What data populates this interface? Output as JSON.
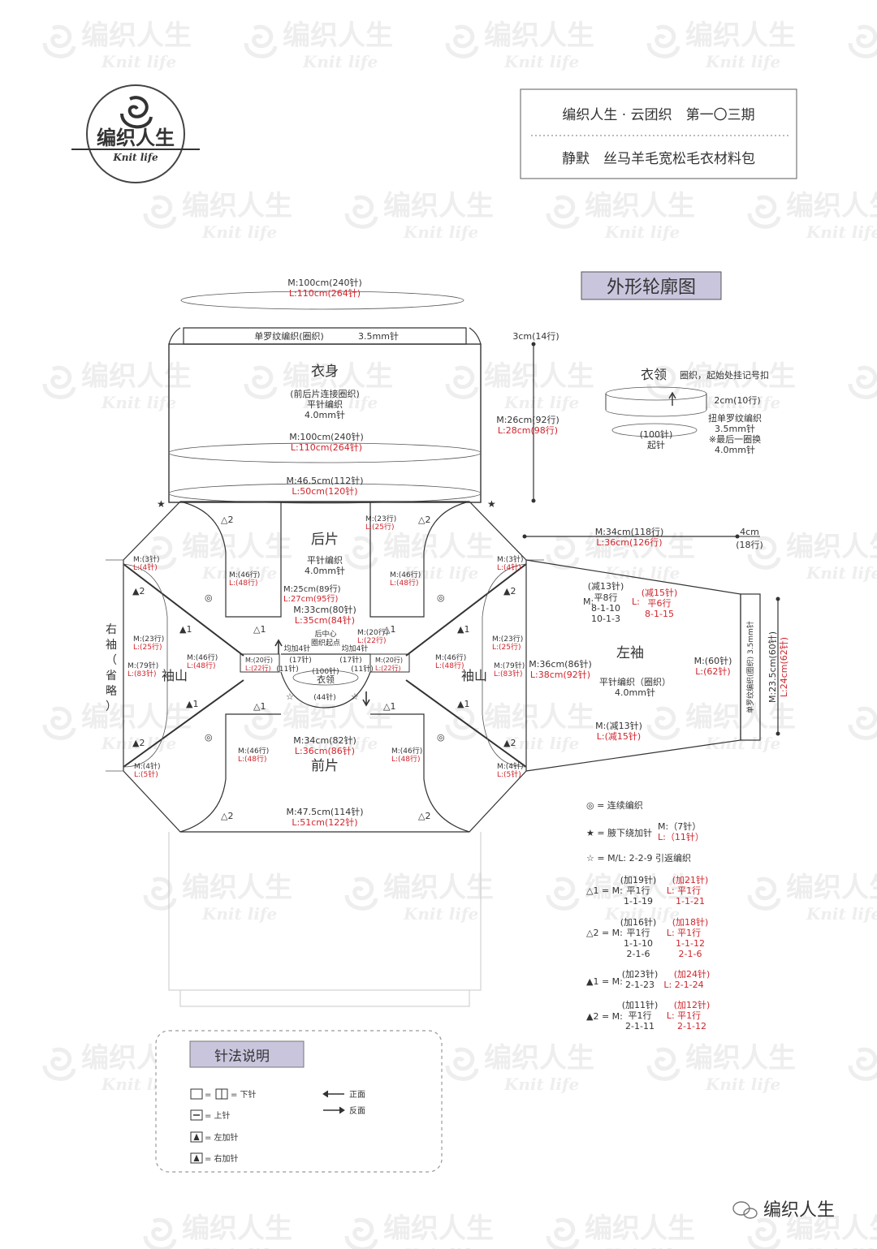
{
  "brand": {
    "logo_cn": "编织人生",
    "logo_en": "Knit life",
    "watermark_cn": "编织人生",
    "watermark_en": "Knit life"
  },
  "header": {
    "line1": "编织人生 · 云团织　第一〇三期",
    "line2": "静默　丝马羊毛宽松毛衣材料包"
  },
  "outline_title": "外形轮廓图",
  "body_panel": {
    "top_m": "M:100cm(240针)",
    "top_l": "L:110cm(264针)",
    "rib": "单罗纹编织(圈织)",
    "rib_needle": "3.5mm针",
    "name": "衣身",
    "note": "(前后片连接圈织)",
    "stitch": "平针编织",
    "needle": "4.0mm针",
    "mid_m": "M:100cm(240针)",
    "mid_l": "L:110cm(264针)",
    "yoke_m": "M:46.5cm(112针)",
    "yoke_l": "L:50cm(120针)",
    "rib_h": "3cm(14行)",
    "len_m": "M:26cm(92行)",
    "len_l": "L:28cm(98行)"
  },
  "collar": {
    "name": "衣领",
    "note": "圈织，起始处挂记号扣",
    "height": "2cm(10行)",
    "rib": "扭单罗纹编织",
    "rib_needle": "3.5mm针",
    "last": "※最后一圈换",
    "last_needle": "4.0mm针",
    "cast": "(100针)",
    "cast2": "起针"
  },
  "back": {
    "name": "后片",
    "stitch": "平针编织",
    "needle": "4.0mm针",
    "w_m": "M:33cm(80针)",
    "w_l": "L:35cm(84针)",
    "d_m": "M:25cm(89行)",
    "d_l": "L:27cm(95行)",
    "side_m": "M:(46行)",
    "side_l": "L:(48行)",
    "corner_m": "M:(23行)",
    "corner_l": "L:(25行)",
    "center1": "后中心",
    "center2": "圈织起点",
    "inc_left": "均加4针",
    "inc_right": "均加4针",
    "neck_m": "M:(20行)",
    "neck_l": "L:(22行)"
  },
  "front": {
    "name": "前片",
    "w_m": "M:34cm(82针)",
    "w_l": "L:36cm(86针)",
    "side_m": "M:(46行)",
    "side_l": "L:(48行)",
    "bottom_m": "M:47.5cm(114针)",
    "bottom_l": "L:51cm(122针)"
  },
  "neck": {
    "name": "衣领",
    "top": "(100针)",
    "bottom": "(44针)",
    "left": "(17针)",
    "right": "(17针)",
    "left2": "(11针)",
    "right2": "(11针)"
  },
  "sleeve_cap": {
    "name": "袖山",
    "corner_m": "M:(3针)",
    "corner_l": "L:(4针)",
    "mid_m": "M:(23行)",
    "mid_l": "L:(25行)",
    "side_m": "M:(46行)",
    "side_l": "L:(48行)",
    "base_m": "M:(79针)",
    "base_l": "L:(83针)",
    "bottom_m": "M:(4针)",
    "bottom_l": "L:(5针)"
  },
  "right_sleeve": {
    "label": [
      "右",
      "袖",
      "（",
      "省",
      "略",
      "）"
    ]
  },
  "left_sleeve": {
    "name": "左袖",
    "stitch": "平针编织（圈织）",
    "needle": "4.0mm针",
    "len_m": "M:34cm(118行)",
    "len_l": "L:36cm(126行)",
    "cuff_h": "4cm",
    "cuff_rows": "(18行)",
    "dec_m_title": "(减13针)",
    "dec_m_1": "平8行",
    "dec_m_2": "8-1-10",
    "dec_m_3": "10-1-3",
    "dec_l_title": "(减15针)",
    "dec_l_1": "平6行",
    "dec_l_2": "8-1-15",
    "m_prefix": "M:",
    "l_prefix": "L:",
    "top_m": "M:36cm(86针)",
    "top_l": "L:38cm(92针)",
    "cuff_m": "M:(60针)",
    "cuff_l": "L:(62针)",
    "dec_total_m": "M:(减13针)",
    "dec_total_l": "L:(减15针)",
    "cuff_rib": "单罗纹编织(圈织) 3.5mm针",
    "cuff_w_m": "M:23.5cm(60针)",
    "cuff_w_l": "L:24cm(62针)"
  },
  "legend": {
    "circle": "◎ = 连续编织",
    "star_label": "★ = 腋下绕加针",
    "star_m": "M:（7针）",
    "star_l": "L:（11针）",
    "hollow_star": "☆ = M/L: 2-2-9 引返编织",
    "tri1_label": "△1 = M:",
    "tri1_m_title": "(加19针)",
    "tri1_m_1": "平1行",
    "tri1_m_2": "1-1-19",
    "tri1_l_title": "(加21针)",
    "tri1_l_1": "L: 平1行",
    "tri1_l_2": "1-1-21",
    "tri2_label": "△2 = M:",
    "tri2_m_title": "(加16针)",
    "tri2_m_1": "平1行",
    "tri2_m_2": "1-1-10",
    "tri2_m_3": "2-1-6",
    "tri2_l_title": "(加18针)",
    "tri2_l_1": "L: 平1行",
    "tri2_l_2": "1-1-12",
    "tri2_l_3": "2-1-6",
    "btri1_label": "▲1 = M:",
    "btri1_m_title": "(加23针)",
    "btri1_m_1": "2-1-23",
    "btri1_l_title": "(加24针)",
    "btri1_l_1": "L: 2-1-24",
    "btri2_label": "▲2 = M:",
    "btri2_m_title": "(加11针)",
    "btri2_m_1": "平1行",
    "btri2_m_2": "2-1-11",
    "btri2_l_title": "(加12针)",
    "btri2_l_1": "L: 平1行",
    "btri2_l_2": "2-1-12"
  },
  "stitch_legend": {
    "title": "针法说明",
    "knit": "= 下针",
    "purl": "= 上针",
    "left_inc": "= 左加针",
    "right_inc": "= 右加针",
    "front": "正面",
    "back": "反面"
  },
  "wechat": {
    "name": "编织人生"
  },
  "colors": {
    "red": "#d0242c",
    "text": "#333333",
    "title_bg": "#c9c5dd",
    "watermark": "#eeeeee"
  }
}
